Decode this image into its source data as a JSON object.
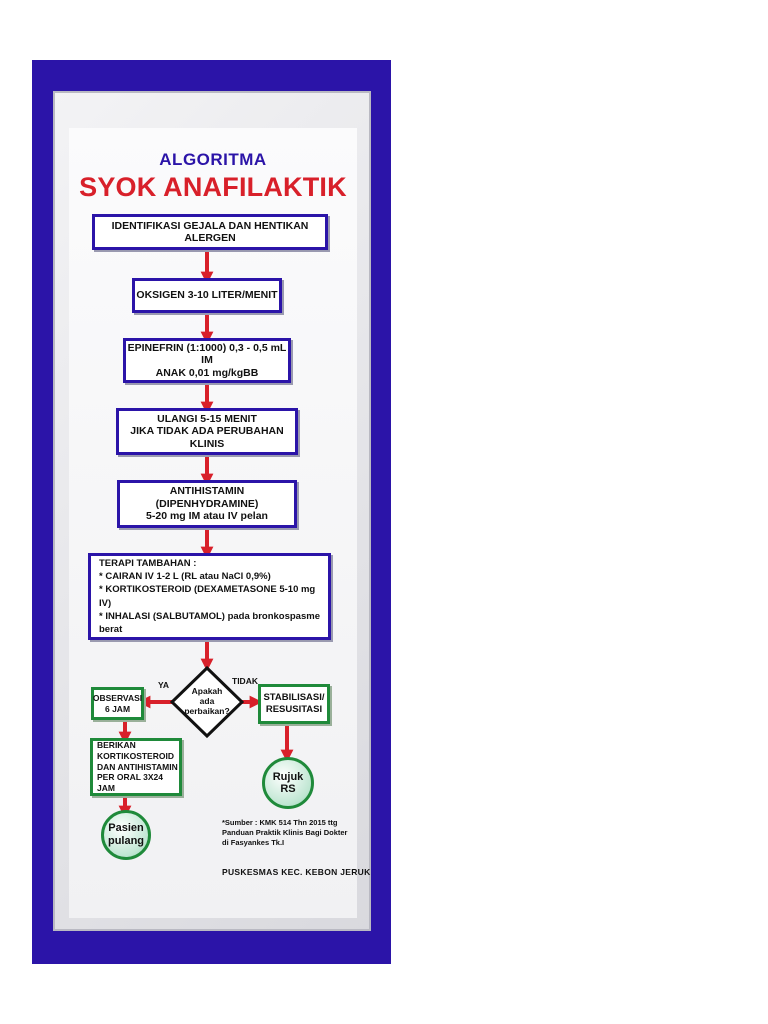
{
  "header": {
    "line1": "ALGORITMA",
    "line2": "SYOK ANAFILAKTIK"
  },
  "steps": {
    "identify": "IDENTIFIKASI GEJALA DAN HENTIKAN ALERGEN",
    "oxygen": "OKSIGEN  3-10 LITER/MENIT",
    "epinephrine": [
      "EPINEFRIN (1:1000) 0,3 - 0,5 mL IM",
      "ANAK  0,01 mg/kgBB"
    ],
    "repeat": [
      "ULANGI 5-15 MENIT",
      "JIKA TIDAK ADA PERUBAHAN KLINIS"
    ],
    "antihistamine": [
      "ANTIHISTAMIN (DIPENHYDRAMINE)",
      "5-20 mg IM atau IV pelan"
    ],
    "additional": [
      "TERAPI TAMBAHAN :",
      "* CAIRAN IV 1-2 L (RL atau NaCl 0,9%)",
      "* KORTIKOSTEROID (DEXAMETASONE 5-10 mg IV)",
      "* INHALASI (SALBUTAMOL) pada bronkospasme berat"
    ]
  },
  "decision": {
    "question": [
      "Apakah",
      "ada perbaikan?"
    ],
    "yes_label": "YA",
    "no_label": "TIDAK"
  },
  "yes_branch": {
    "observe": "OBSERVASI 6 JAM",
    "oral": [
      "BERIKAN KORTIKOSTEROID",
      "DAN ANTIHISTAMIN",
      "PER ORAL 3X24 JAM"
    ],
    "end": [
      "Pasien",
      "pulang"
    ]
  },
  "no_branch": {
    "stabilize": [
      "STABILISASI/",
      "RESUSITASI"
    ],
    "end": "Rujuk RS"
  },
  "source": [
    "*Sumber : KMK 514 Thn 2015 ttg",
    "Panduan Praktik Klinis Bagi Dokter",
    "di Fasyankes Tk.I"
  ],
  "footer": "PUSKESMAS KEC. KEBON JERUK",
  "colors": {
    "frame": "#2b14a8",
    "box_border_blue": "#2b14a8",
    "box_border_green": "#1f8a3a",
    "arrow": "#d8202a",
    "title_blue": "#2b14a8",
    "title_red": "#d8202a"
  }
}
